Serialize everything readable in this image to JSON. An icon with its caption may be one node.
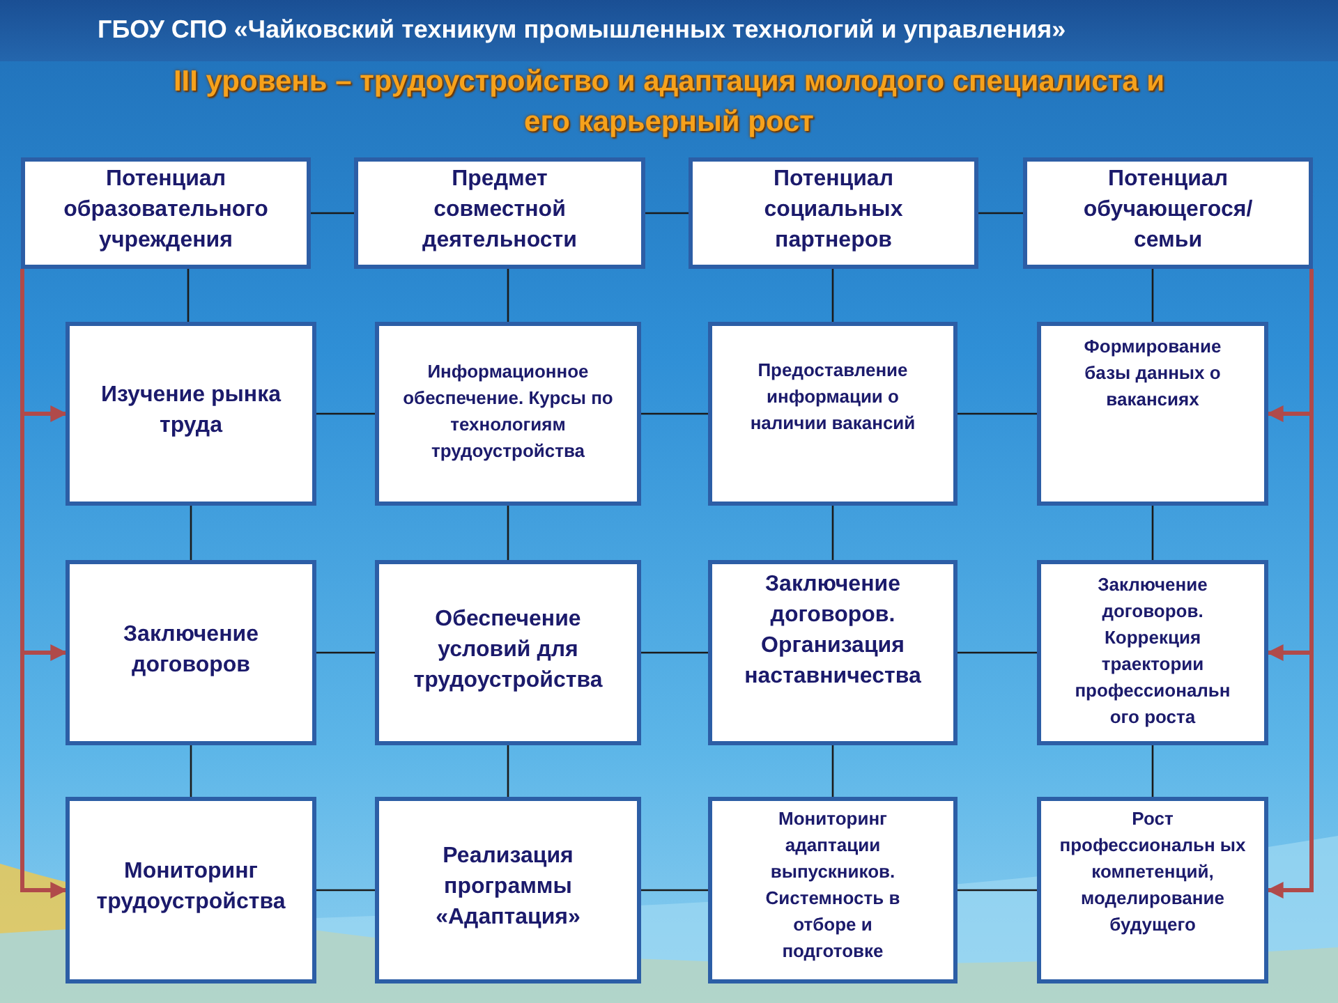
{
  "diagram": {
    "title": "III уровень – трудоустройство и адаптация молодого специалиста и его карьерный рост",
    "nodes": [
      {
        "text": [
          "Потенциал образовательного учреждения"
        ]
      },
      {
        "text": [
          "Предмет совместной деятельности"
        ]
      },
      {
        "text": [
          "Потенциал социальных партнеров"
        ]
      },
      {
        "text": [
          "Потенциал обучающегося/ семьи"
        ]
      },
      {
        "text": [
          "Изучение рынка труда"
        ]
      },
      {
        "text": [
          "Информационное обеспечение. Курсы по технологиям трудоустройства"
        ]
      },
      {
        "text": [
          "Предоставление информации о наличии вакансий"
        ]
      },
      {
        "text": [
          "Формирование базы данных о вакансиях"
        ]
      },
      {
        "text": [
          "Заключение договоров"
        ]
      },
      {
        "text": [
          "Обеспечение условий для трудоустройства"
        ]
      },
      {
        "text": [
          "Заключение договоров. Организация наставничества"
        ]
      },
      {
        "text": [
          "Заключение договоров. Коррекция траектории профессиональн ого роста"
        ]
      },
      {
        "text": [
          "Мониторинг трудоустройства"
        ]
      },
      {
        "text": [
          "Реализация программы «Адаптация»"
        ]
      },
      {
        "text": [
          "Мониторинг адаптации выпускников. Системность в отборе и подготовке"
        ]
      },
      {
        "text": [
          "Рост профессиональн ых компетенций, моделирование будущего"
        ]
      }
    ],
    "edges": [
      {
        "from": 0,
        "to": 1,
        "arrow": "none"
      },
      {
        "from": 1,
        "to": 2,
        "arrow": "none"
      },
      {
        "from": 2,
        "to": 3,
        "arrow": "none"
      },
      {
        "from": 4,
        "to": 5,
        "arrow": "none"
      },
      {
        "from": 5,
        "to": 6,
        "arrow": "none"
      },
      {
        "from": 6,
        "to": 7,
        "arrow": "none"
      },
      {
        "from": 8,
        "to": 9,
        "arrow": "none"
      },
      {
        "from": 9,
        "to": 10,
        "arrow": "none"
      },
      {
        "from": 10,
        "to": 11,
        "arrow": "none"
      },
      {
        "from": 12,
        "to": 13,
        "arrow": "none"
      },
      {
        "from": 13,
        "to": 14,
        "arrow": "none"
      },
      {
        "from": 14,
        "to": 15,
        "arrow": "none"
      },
      {
        "from": 0,
        "to": 4,
        "arrow": "none"
      },
      {
        "from": 4,
        "to": 8,
        "arrow": "none"
      },
      {
        "from": 8,
        "to": 12,
        "arrow": "none"
      },
      {
        "from": 1,
        "to": 5,
        "arrow": "none"
      },
      {
        "from": 5,
        "to": 9,
        "arrow": "none"
      },
      {
        "from": 9,
        "to": 13,
        "arrow": "none"
      },
      {
        "from": 2,
        "to": 6,
        "arrow": "none"
      },
      {
        "from": 6,
        "to": 10,
        "arrow": "none"
      },
      {
        "from": 10,
        "to": 14,
        "arrow": "none"
      },
      {
        "from": 3,
        "to": 7,
        "arrow": "none"
      },
      {
        "from": 7,
        "to": 11,
        "arrow": "none"
      },
      {
        "from": 11,
        "to": 15,
        "arrow": "none"
      },
      {
        "from": 0,
        "to": 4,
        "arrow": "to",
        "color": "#b04a4a",
        "style": "thick"
      },
      {
        "from": 0,
        "to": 8,
        "arrow": "to",
        "color": "#b04a4a",
        "style": "thick"
      },
      {
        "from": 0,
        "to": 12,
        "arrow": "to",
        "color": "#b04a4a",
        "style": "thick"
      },
      {
        "from": 3,
        "to": 7,
        "arrow": "to",
        "color": "#b04a4a",
        "style": "thick"
      },
      {
        "from": 3,
        "to": 11,
        "arrow": "to",
        "color": "#b04a4a",
        "style": "thick"
      },
      {
        "from": 3,
        "to": 15,
        "arrow": "to",
        "color": "#b04a4a",
        "style": "thick"
      }
    ],
    "labels": [
      "ГБОУ СПО «Чайковский техникум промышленных технологий и управления»"
    ]
  }
}
